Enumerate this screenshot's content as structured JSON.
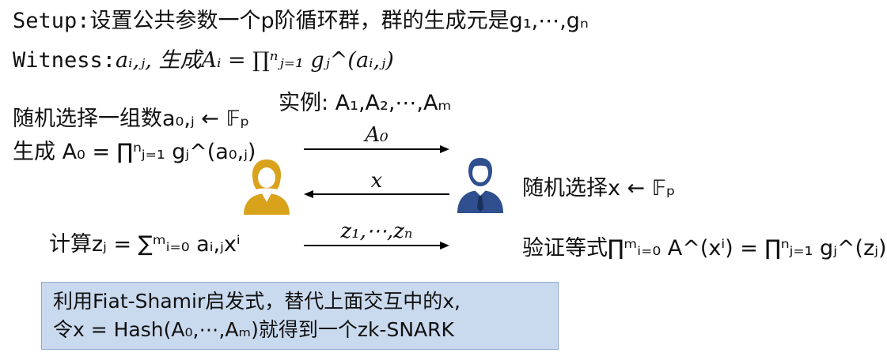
{
  "setup": {
    "label": "Setup:",
    "text": "设置公共参数一个p阶循环群，群的生成元是g₁,⋯,gₙ"
  },
  "witness": {
    "label": "Witness:",
    "text": "aᵢ,ⱼ, 生成Aᵢ = ∏ⁿⱼ₌₁ gⱼ^(aᵢ,ⱼ)"
  },
  "instance": {
    "text": "实例: A₁,A₂,⋯,Aₘ"
  },
  "prover": {
    "random_text": "随机选择一组数a₀,ⱼ ← 𝔽ₚ",
    "generate_text": "生成 A₀ = ∏ⁿⱼ₌₁ gⱼ^(a₀,ⱼ)",
    "compute_text": "计算zⱼ = ∑ᵐᵢ₌₀ aᵢ,ⱼxⁱ"
  },
  "verifier": {
    "random_text": "随机选择x ← 𝔽ₚ",
    "verify_text": "验证等式∏ᵐᵢ₌₀ A^(xⁱ) = ∏ⁿⱼ₌₁ gⱼ^(zⱼ)"
  },
  "messages": {
    "m1": "A₀",
    "m2": "x",
    "m3": "z₁,⋯,zₙ"
  },
  "colors": {
    "prover": "#d9a21b",
    "verifier": "#2f4f8f",
    "callout_bg": "#c9d9ee"
  },
  "icons": {
    "prover": "person-female-icon",
    "verifier": "person-businessman-icon"
  },
  "callout": {
    "line1": "利用Fiat-Shamir启发式，替代上面交互中的x,",
    "line2": "令x = Hash(A₀,⋯,Aₘ)就得到一个zk-SNARK"
  }
}
